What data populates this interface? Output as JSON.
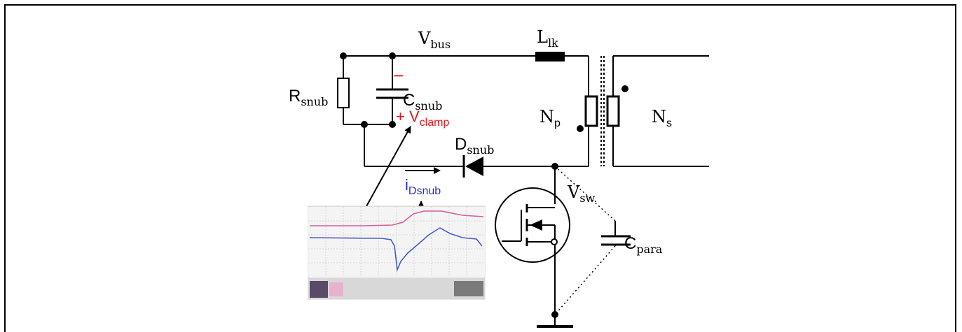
{
  "labels": {
    "vbus": {
      "main": "V",
      "sub": "bus"
    },
    "llk": {
      "main": "L",
      "sub": "lk"
    },
    "rsnub": {
      "main": "R",
      "sub": "snub"
    },
    "csnub": {
      "main": "C",
      "sub": "snub"
    },
    "minus": "−",
    "vclamp": {
      "prefix": "+ V",
      "sub": "clamp"
    },
    "np": {
      "main": "N",
      "sub": "p"
    },
    "ns": {
      "main": "N",
      "sub": "s"
    },
    "dsnub": {
      "main": "D",
      "sub": "snub"
    },
    "idsnub": {
      "main": "i",
      "sub": "Dsnub"
    },
    "vsw": {
      "main": "V",
      "sub": "sw."
    },
    "cpara": {
      "main": "C",
      "sub": "para"
    }
  },
  "colors": {
    "wire": "#000000",
    "vclamp": "#e8141c",
    "current": "#2233cc",
    "trace_pink": "#d6609a",
    "trace_blue": "#4a5ac8"
  },
  "icons": [
    "resistor-icon",
    "capacitor-icon",
    "inductor-icon",
    "transformer-icon",
    "diode-icon",
    "mosfet-icon",
    "ground-icon",
    "oscilloscope-inset"
  ]
}
